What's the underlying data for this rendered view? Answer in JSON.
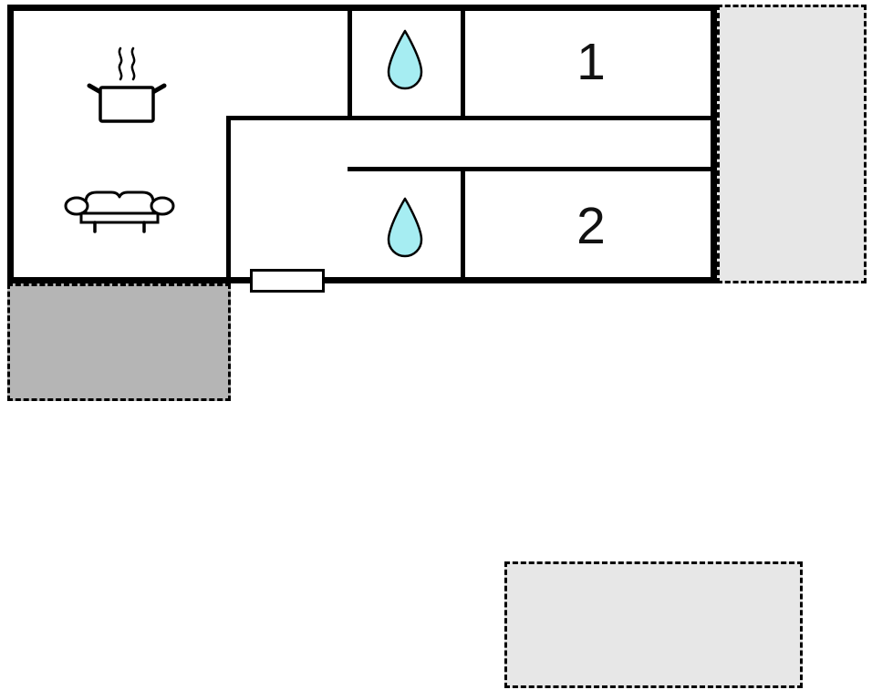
{
  "floorplan": {
    "title": "holiday-home-floor-plan",
    "rooms": {
      "bedroom_1": {
        "label": "1"
      },
      "bedroom_2": {
        "label": "2"
      },
      "bathroom_1": {
        "icon": "water-drop"
      },
      "bathroom_2": {
        "icon": "water-drop"
      },
      "kitchen": {
        "icon": "cooking-pot-with-steam"
      },
      "living_room": {
        "icon": "sofa"
      }
    },
    "outdoor": {
      "terrace_right": {
        "style": "dashed-outline"
      },
      "terrace_front": {
        "style": "dashed-outline"
      },
      "terrace_rear": {
        "style": "dashed-outline"
      }
    },
    "colors": {
      "background": "#ffffff",
      "wall": "#000000",
      "water_drop_fill": "#a6edf2",
      "terrace_right_fill": "#e7e7e7",
      "terrace_front_fill": "#b5b5b5",
      "terrace_rear_fill": "#e7e7e7"
    }
  }
}
